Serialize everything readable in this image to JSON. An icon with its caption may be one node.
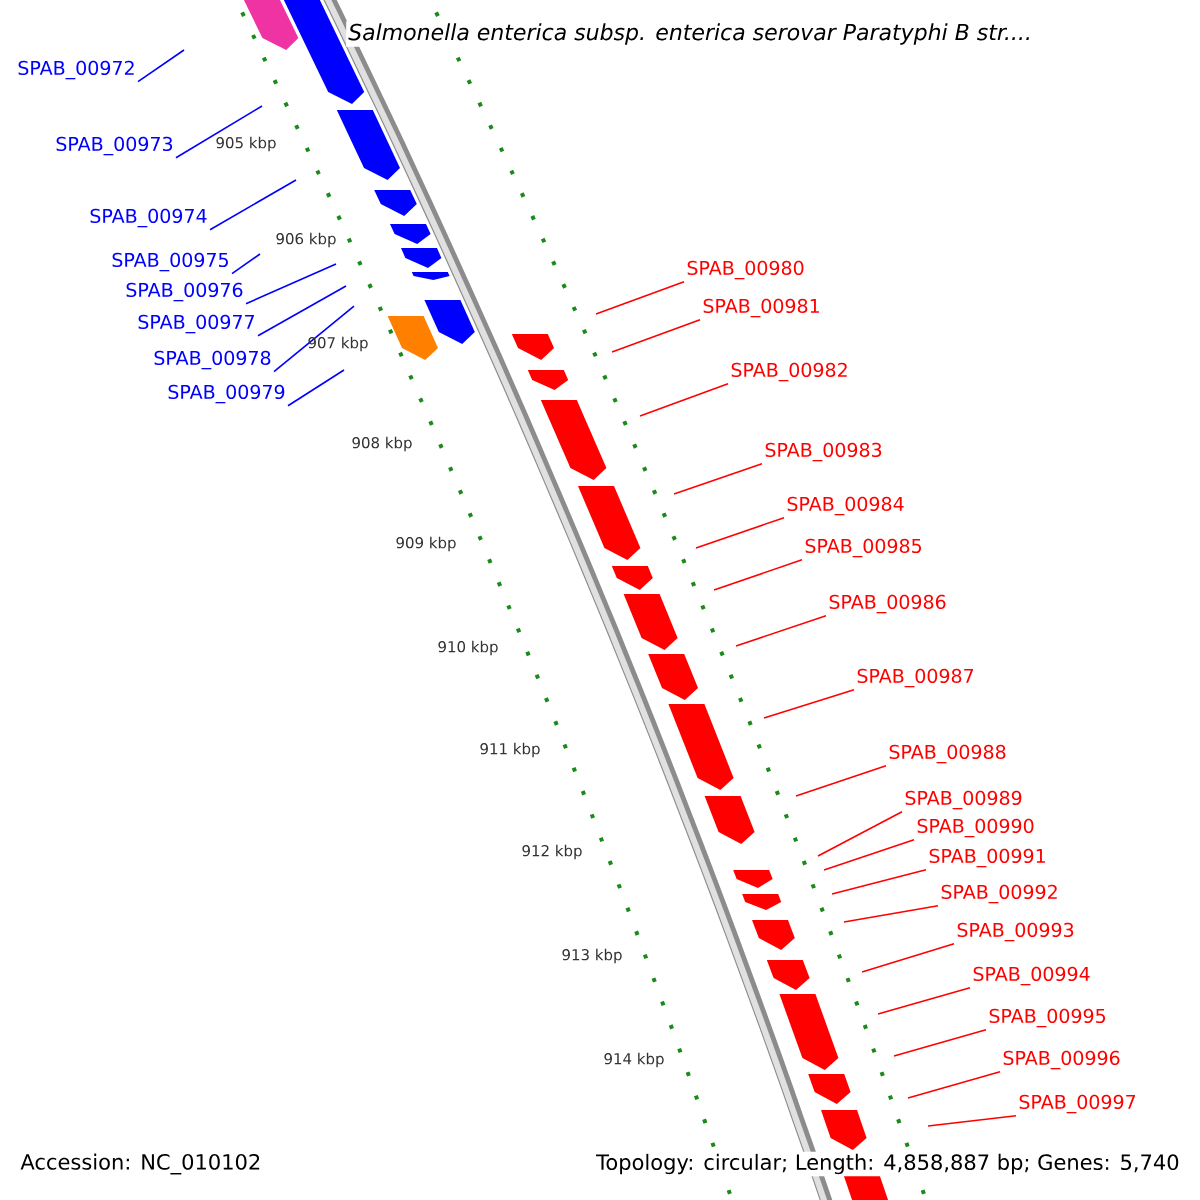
{
  "diagram": {
    "title": "Salmonella enterica subsp. enterica serovar Paratyphi B str....",
    "nodes": [
      {
        "text": [
          "SPAB_00972"
        ]
      },
      {
        "text": [
          "SPAB_00973"
        ]
      },
      {
        "text": [
          "SPAB_00974"
        ]
      },
      {
        "text": [
          "SPAB_00975"
        ]
      },
      {
        "text": [
          "SPAB_00976"
        ]
      },
      {
        "text": [
          "SPAB_00977"
        ]
      },
      {
        "text": [
          "SPAB_00978"
        ]
      },
      {
        "text": [
          "SPAB_00979"
        ]
      },
      {
        "text": [
          "SPAB_00980"
        ]
      },
      {
        "text": [
          "SPAB_00981"
        ]
      },
      {
        "text": [
          "SPAB_00982"
        ]
      },
      {
        "text": [
          "SPAB_00983"
        ]
      },
      {
        "text": [
          "SPAB_00984"
        ]
      },
      {
        "text": [
          "SPAB_00985"
        ]
      },
      {
        "text": [
          "SPAB_00986"
        ]
      },
      {
        "text": [
          "SPAB_00987"
        ]
      },
      {
        "text": [
          "SPAB_00988"
        ]
      },
      {
        "text": [
          "SPAB_00989"
        ]
      },
      {
        "text": [
          "SPAB_00990"
        ]
      },
      {
        "text": [
          "SPAB_00991"
        ]
      },
      {
        "text": [
          "SPAB_00992"
        ]
      },
      {
        "text": [
          "SPAB_00993"
        ]
      },
      {
        "text": [
          "SPAB_00994"
        ]
      },
      {
        "text": [
          "SPAB_00995"
        ]
      },
      {
        "text": [
          "SPAB_00996"
        ]
      },
      {
        "text": [
          "SPAB_00997"
        ]
      }
    ],
    "edges": [
      {
        "from": 0,
        "to": null,
        "arrow": "none",
        "color": "#0000ff"
      },
      {
        "from": 1,
        "to": null,
        "arrow": "none",
        "color": "#0000ff"
      },
      {
        "from": 2,
        "to": null,
        "arrow": "none",
        "color": "#0000ff"
      },
      {
        "from": 3,
        "to": null,
        "arrow": "none",
        "color": "#0000ff"
      },
      {
        "from": 4,
        "to": null,
        "arrow": "none",
        "color": "#0000ff"
      },
      {
        "from": 5,
        "to": null,
        "arrow": "none",
        "color": "#0000ff"
      },
      {
        "from": 6,
        "to": null,
        "arrow": "none",
        "color": "#0000ff"
      },
      {
        "from": 7,
        "to": null,
        "arrow": "none",
        "color": "#0000ff"
      },
      {
        "from": 8,
        "to": null,
        "arrow": "none"
      },
      {
        "from": 9,
        "to": null,
        "arrow": "none"
      },
      {
        "from": 10,
        "to": null,
        "arrow": "none"
      },
      {
        "from": 11,
        "to": null,
        "arrow": "none"
      },
      {
        "from": 12,
        "to": null,
        "arrow": "none"
      },
      {
        "from": 13,
        "to": null,
        "arrow": "none"
      },
      {
        "from": 14,
        "to": null,
        "arrow": "none"
      },
      {
        "from": 15,
        "to": null,
        "arrow": "none"
      },
      {
        "from": 16,
        "to": null,
        "arrow": "none"
      },
      {
        "from": 17,
        "to": null,
        "arrow": "none"
      },
      {
        "from": 18,
        "to": null,
        "arrow": "none"
      },
      {
        "from": 19,
        "to": null,
        "arrow": "none"
      },
      {
        "from": 20,
        "to": null,
        "arrow": "none"
      },
      {
        "from": 21,
        "to": null,
        "arrow": "none"
      },
      {
        "from": 22,
        "to": null,
        "arrow": "none"
      },
      {
        "from": 23,
        "to": null,
        "arrow": "none"
      },
      {
        "from": 24,
        "to": null,
        "arrow": "none"
      },
      {
        "from": 25,
        "to": null,
        "arrow": "none"
      }
    ],
    "labels": [
      "905 kbp",
      "906 kbp",
      "907 kbp",
      "908 kbp",
      "909 kbp",
      "910 kbp",
      "911 kbp",
      "912 kbp",
      "913 kbp",
      "914 kbp",
      "Accession: NC_010102",
      "Topology: circular; Length: 4,858,887 bp; Genes: 5,740"
    ]
  }
}
